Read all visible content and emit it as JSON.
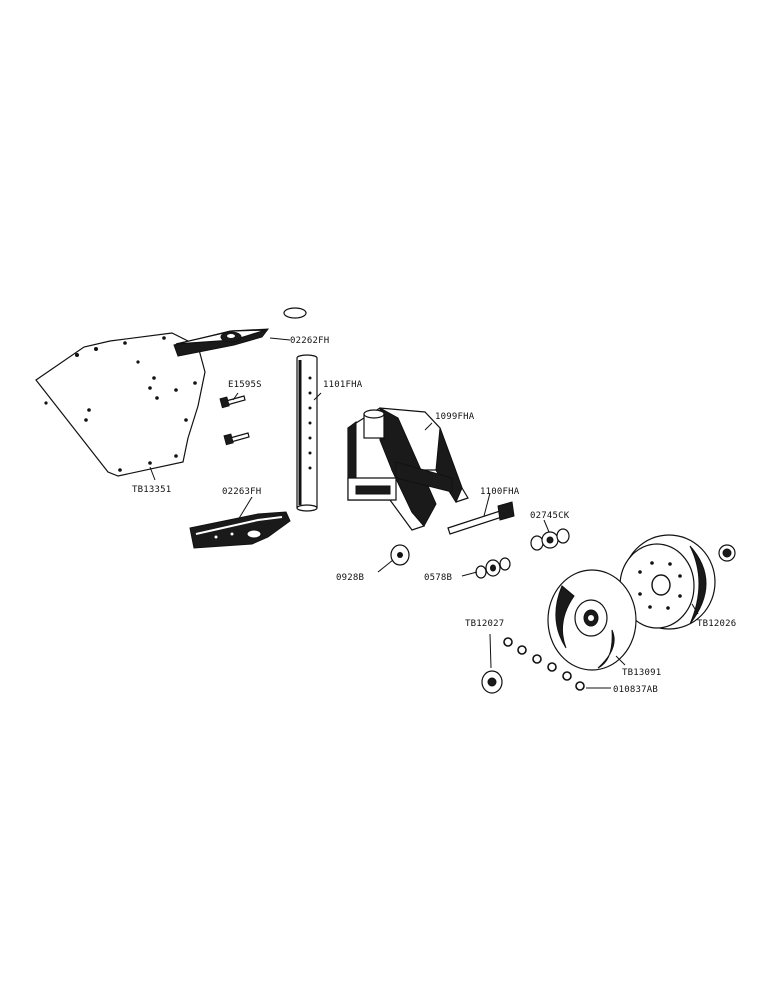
{
  "parts": [
    {
      "id": "shield",
      "label": "TB13351"
    },
    {
      "id": "upper_bracket",
      "label": "02262FH"
    },
    {
      "id": "bolt",
      "label": "E1595S"
    },
    {
      "id": "axle_tube",
      "label": "1101FHA"
    },
    {
      "id": "lower_bracket",
      "label": "02263FH"
    },
    {
      "id": "yoke",
      "label": "1099FHA"
    },
    {
      "id": "axle_bolt",
      "label": "1100FHA"
    },
    {
      "id": "bearing",
      "label": "02745CK"
    },
    {
      "id": "washer_large",
      "label": "0928B"
    },
    {
      "id": "washer_small",
      "label": "0578B"
    },
    {
      "id": "hub_outer",
      "label": "TB12026"
    },
    {
      "id": "hub_inner",
      "label": "TB13091"
    },
    {
      "id": "hub_cap",
      "label": "TB12027"
    },
    {
      "id": "lug_nut",
      "label": "010837AB"
    }
  ]
}
